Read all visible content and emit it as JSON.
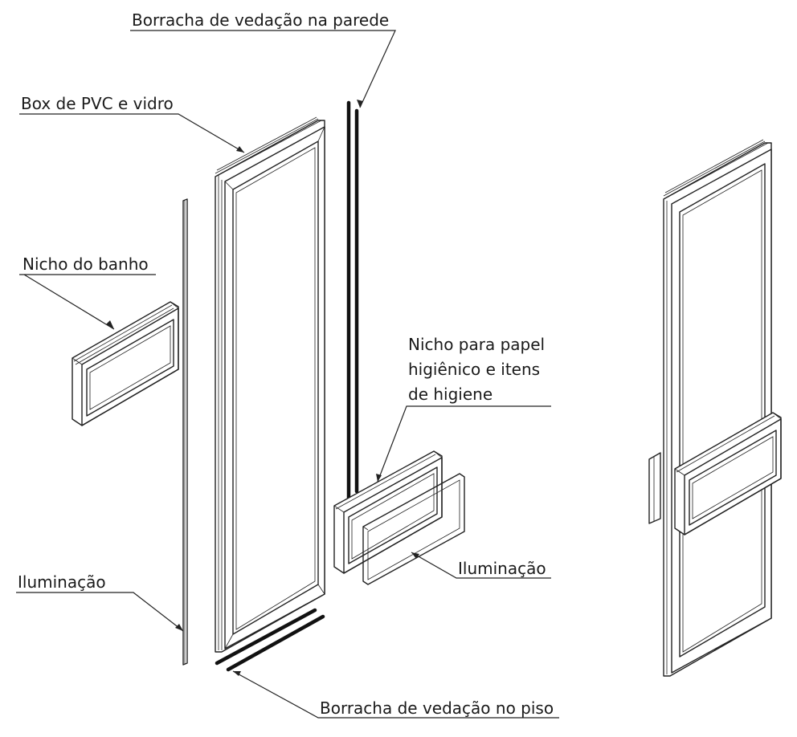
{
  "labels": {
    "wall_seal": "Borracha de vedação na parede",
    "box": "Box de PVC e vidro",
    "bath_niche": "Nicho do banho",
    "paper_niche_line1": "Nicho para papel",
    "paper_niche_line2": "higiênico e itens",
    "paper_niche_line3": "de higiene",
    "lighting_right": "Iluminação",
    "lighting_left": "Iluminação",
    "floor_seal": "Borracha de vedação no piso"
  }
}
